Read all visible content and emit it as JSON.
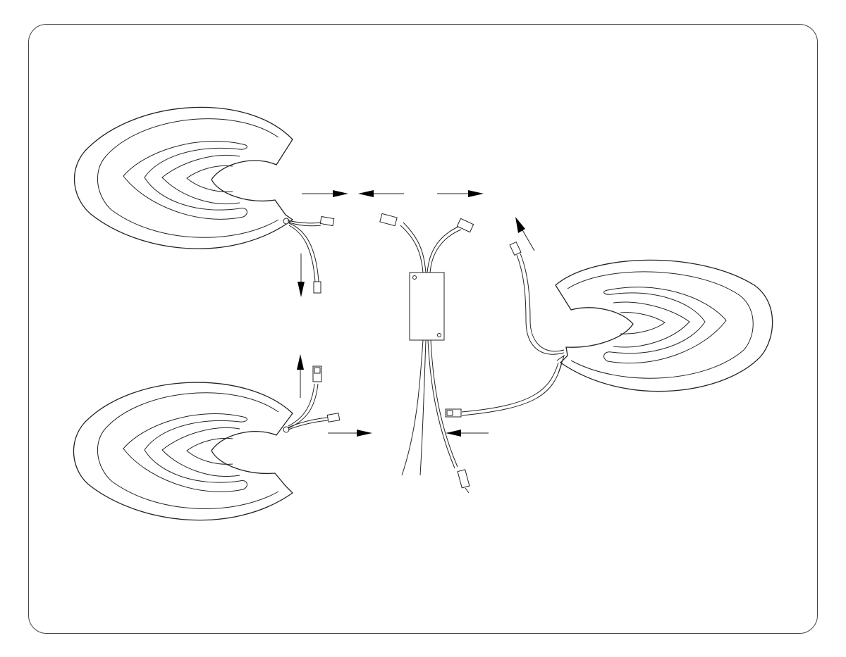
{
  "diagram": {
    "kind": "wiring-assembly-illustration",
    "components": [
      {
        "id": "heating-pad-top-left",
        "type": "heating-pad"
      },
      {
        "id": "heating-pad-bottom-left",
        "type": "heating-pad"
      },
      {
        "id": "heating-pad-right",
        "type": "heating-pad"
      },
      {
        "id": "control-module",
        "type": "control-box"
      }
    ],
    "colors": {
      "line": "#222222",
      "arrow": "#000000",
      "background": "#ffffff"
    }
  }
}
